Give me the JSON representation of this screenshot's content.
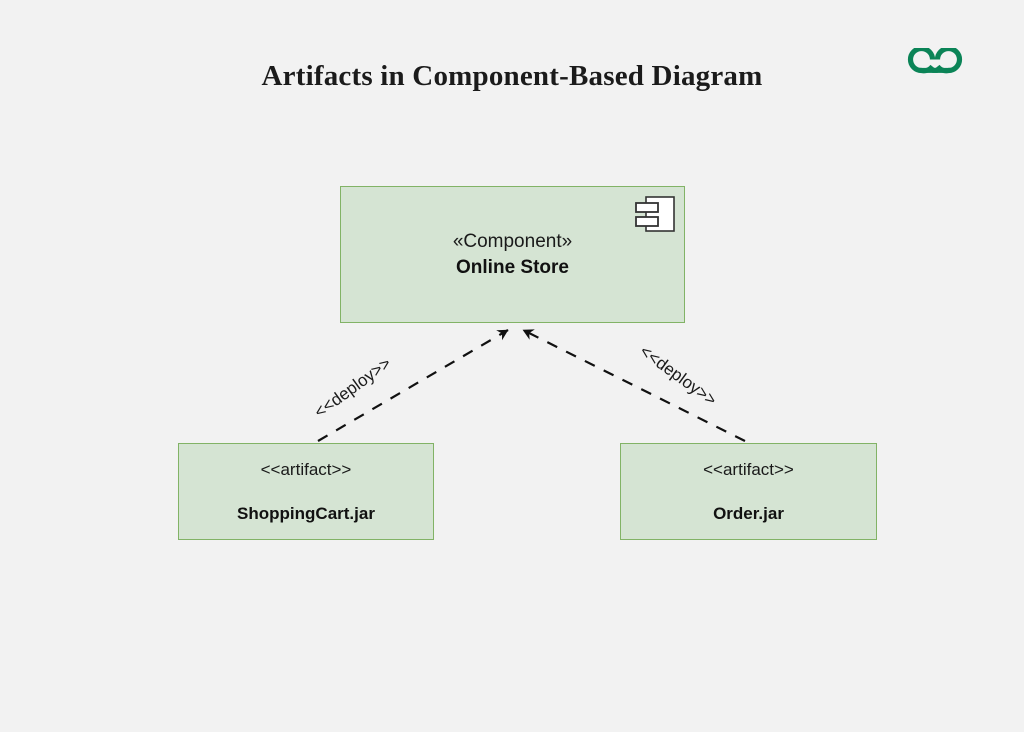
{
  "page": {
    "title": "Artifacts in Component-Based Diagram",
    "background_color": "#f2f2f2"
  },
  "logo": {
    "name": "geeksforgeeks-logo",
    "color": "#0b8457"
  },
  "diagram": {
    "type": "uml-component-deployment-diagram",
    "node_fill_color": "#d5e4d3",
    "node_border_color": "#82b366",
    "edge_color": "#1a1a1a",
    "component": {
      "stereotype": "«Component»",
      "name": "Online Store",
      "icon": "uml-component-icon"
    },
    "artifacts": [
      {
        "stereotype": "<<artifact>>",
        "name": "ShoppingCart.jar"
      },
      {
        "stereotype": "<<artifact>>",
        "name": "Order.jar"
      }
    ],
    "edges": [
      {
        "label": "<<deploy>>",
        "from": "ShoppingCart.jar",
        "to": "Online Store",
        "style": "dashed",
        "arrow": "open-arrowhead"
      },
      {
        "label": "<<deploy>>",
        "from": "Order.jar",
        "to": "Online Store",
        "style": "dashed",
        "arrow": "open-arrowhead"
      }
    ]
  }
}
